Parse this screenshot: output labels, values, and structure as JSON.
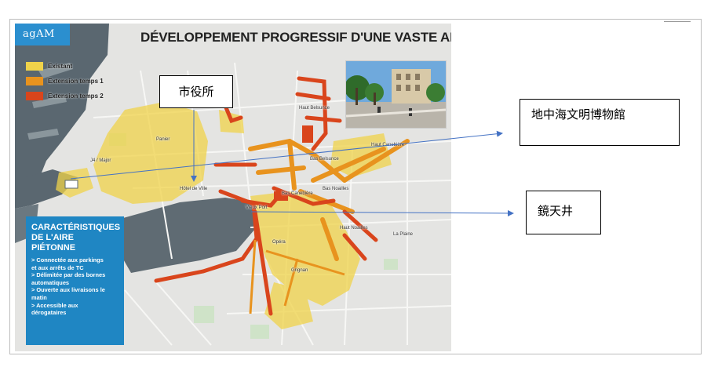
{
  "map": {
    "logo": "agAM",
    "title": "DÉVELOPPEMENT PROGRESSIF D'UNE VASTE AIRE PIÉTONNE",
    "legend": [
      {
        "label": "Existant",
        "color": "#f0d34a"
      },
      {
        "label": "Extension temps 1",
        "color": "#e8931e"
      },
      {
        "label": "Extension temps 2",
        "color": "#d9451c"
      }
    ],
    "places": {
      "haut_belsunce": "Haut Belsunce",
      "panier": "Panier",
      "j4_major": "J4 / Major",
      "hotel_de_ville": "Hôtel de Ville",
      "bas_belsunce": "Bas Belsunce",
      "haut_canebiere": "Haut Canebière",
      "bas_canebiere": "Bas Canebière",
      "bas_noailles": "Bas Noailles",
      "vieux_port": "Vieux Port",
      "haut_noailles": "Haut Noailles",
      "la_plaine": "La Plaine",
      "opera": "Opéra",
      "grignan": "Grignan"
    },
    "info_box": {
      "title_line1": "CARACTÉRISTIQUES",
      "title_line2": "DE L'AIRE PIÉTONNE",
      "lines": [
        "> Connectée aux parkings",
        "et aux arrêts de TC",
        "> Délimitée par des bornes",
        "automatiques",
        "> Ouverte aux livraisons le",
        "matin",
        "> Accessible aux",
        "dérogataires"
      ]
    }
  },
  "callouts": {
    "city_hall": "市役所",
    "mucem": "地中海文明博物館",
    "ombriere": "鏡天井"
  }
}
